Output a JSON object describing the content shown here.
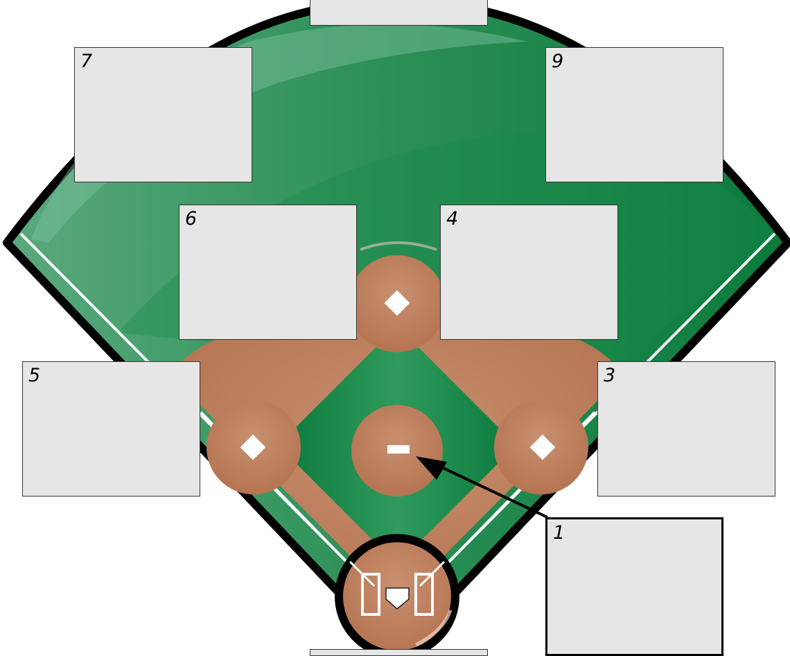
{
  "positions": {
    "center_field": "",
    "left_field": "7",
    "right_field": "9",
    "shortstop": "6",
    "second_base": "4",
    "third_base": "5",
    "first_base": "3",
    "pitcher": "1",
    "catcher": ""
  },
  "colors": {
    "grass_dark": "#0f7a3c",
    "grass_light": "#64ad85",
    "dirt": "#c48a68",
    "dirt_dark": "#a8683f",
    "outline": "#000000",
    "box_fill": "#e6e6e6"
  },
  "icons": {
    "base": "diamond-base-icon",
    "home_plate": "home-plate-icon",
    "pitching_rubber": "pitching-rubber-icon",
    "arrow": "arrow-pointer-icon"
  }
}
